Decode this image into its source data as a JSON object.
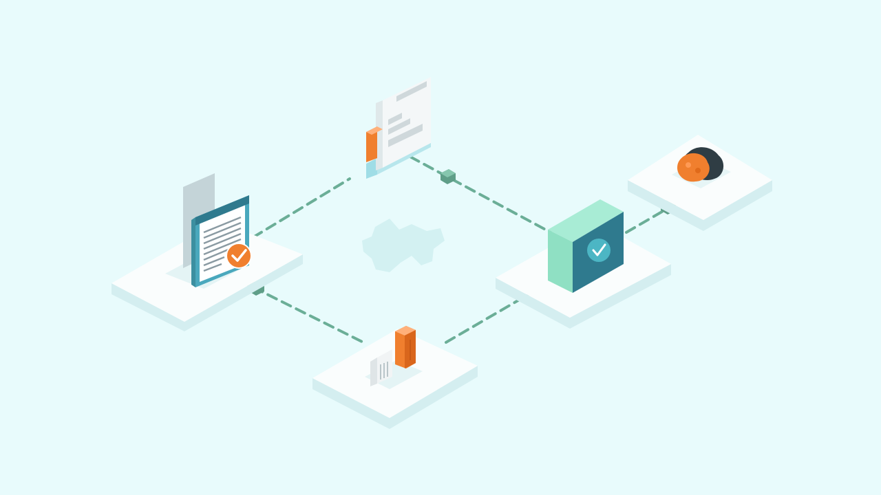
{
  "diagram": {
    "style": "isometric",
    "nodes": [
      {
        "id": "document-node",
        "icon": "checked-document-icon"
      },
      {
        "id": "data-panel-node",
        "icon": "data-panel-icon"
      },
      {
        "id": "secure-block-node",
        "icon": "verified-block-icon"
      },
      {
        "id": "resource-node",
        "icon": "orange-blob-icon"
      },
      {
        "id": "storage-node",
        "icon": "storage-units-icon"
      }
    ],
    "connections": [
      {
        "from": "document-node",
        "to": "data-panel-node",
        "style": "dashed"
      },
      {
        "from": "data-panel-node",
        "to": "secure-block-node",
        "style": "dashed"
      },
      {
        "from": "secure-block-node",
        "to": "resource-node",
        "style": "dashed"
      },
      {
        "from": "document-node",
        "to": "storage-node",
        "style": "dashed"
      },
      {
        "from": "storage-node",
        "to": "secure-block-node",
        "style": "dashed"
      }
    ],
    "colors": {
      "background": "#e8fbfc",
      "connector": "#6bae97",
      "accent_orange": "#f07f2e",
      "teal_dark": "#2f7a8e",
      "mint": "#8fe0c3",
      "platform_top": "#fafdfd",
      "platform_side": "#d4eef0"
    }
  }
}
